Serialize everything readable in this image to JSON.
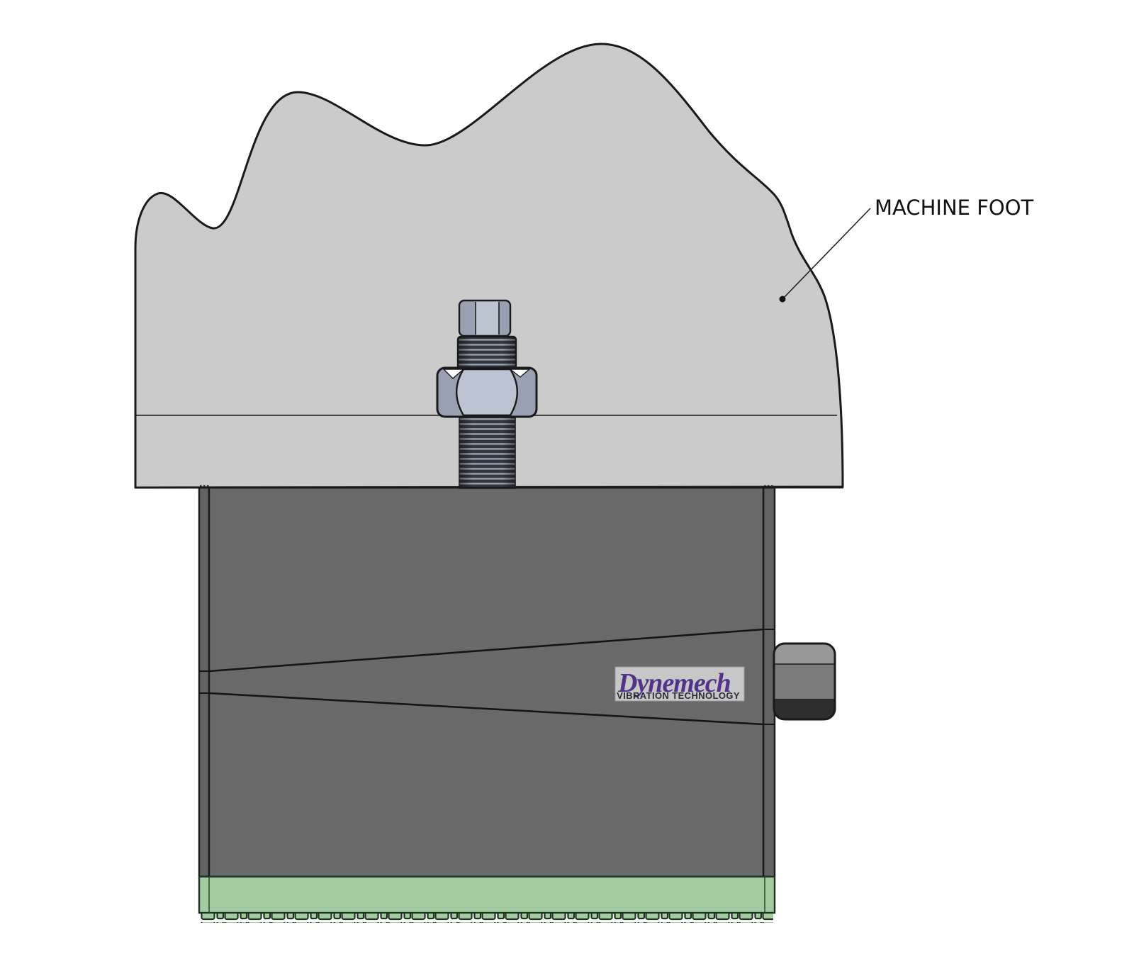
{
  "callout": {
    "machine_foot_label": "MACHINE FOOT"
  },
  "logo": {
    "brand": "Dynemech",
    "tagline": "VIBRATION TECHNOLOGY"
  },
  "colors": {
    "background": "#ffffff",
    "machine_foot_fill": "#cbcbcb",
    "mount_fill": "#696969",
    "mount_edge_fill": "#626262",
    "pad_fill": "#a2cba2",
    "steel_light": "#bcc3d1",
    "steel_mid": "#98a0b2",
    "thread_dark": "#34373f",
    "thread_light": "#9aa0ae",
    "side_nut_top": "#989898",
    "side_nut_mid": "#7b7b7b",
    "side_nut_bottom": "#2d2d2d",
    "logo_plate": "#c7c7c7",
    "brand_purple": "#52338a",
    "tagline_color": "#2c2c3a",
    "label_color": "#111111",
    "notch_white": "#ffffff"
  }
}
